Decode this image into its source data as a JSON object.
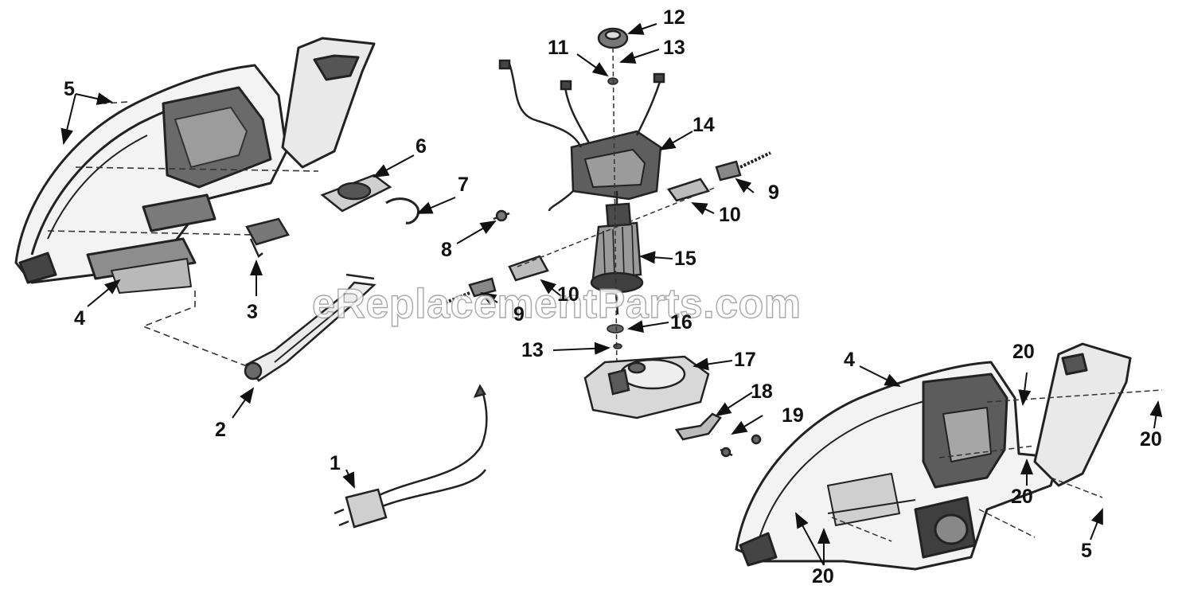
{
  "watermark": "eReplacementParts.com",
  "colors": {
    "ink": "#111111",
    "part_dark": "#3a3a3a",
    "part_mid": "#8a8a8a",
    "part_light": "#d4d4d4",
    "background": "#ffffff"
  },
  "callouts": {
    "c1": "1",
    "c2": "2",
    "c3": "3",
    "c4_left": "4",
    "c4_right": "4",
    "c5_left": "5",
    "c5_right": "5",
    "c6": "6",
    "c7": "7",
    "c8": "8",
    "c9_upper": "9",
    "c9_lower": "9",
    "c10_upper": "10",
    "c10_lower": "10",
    "c11": "11",
    "c12": "12",
    "c13_upper": "13",
    "c13_lower": "13",
    "c14": "14",
    "c15": "15",
    "c16": "16",
    "c17": "17",
    "c18": "18",
    "c19": "19",
    "c20_a": "20",
    "c20_b": "20",
    "c20_c": "20",
    "c20_d": "20"
  }
}
